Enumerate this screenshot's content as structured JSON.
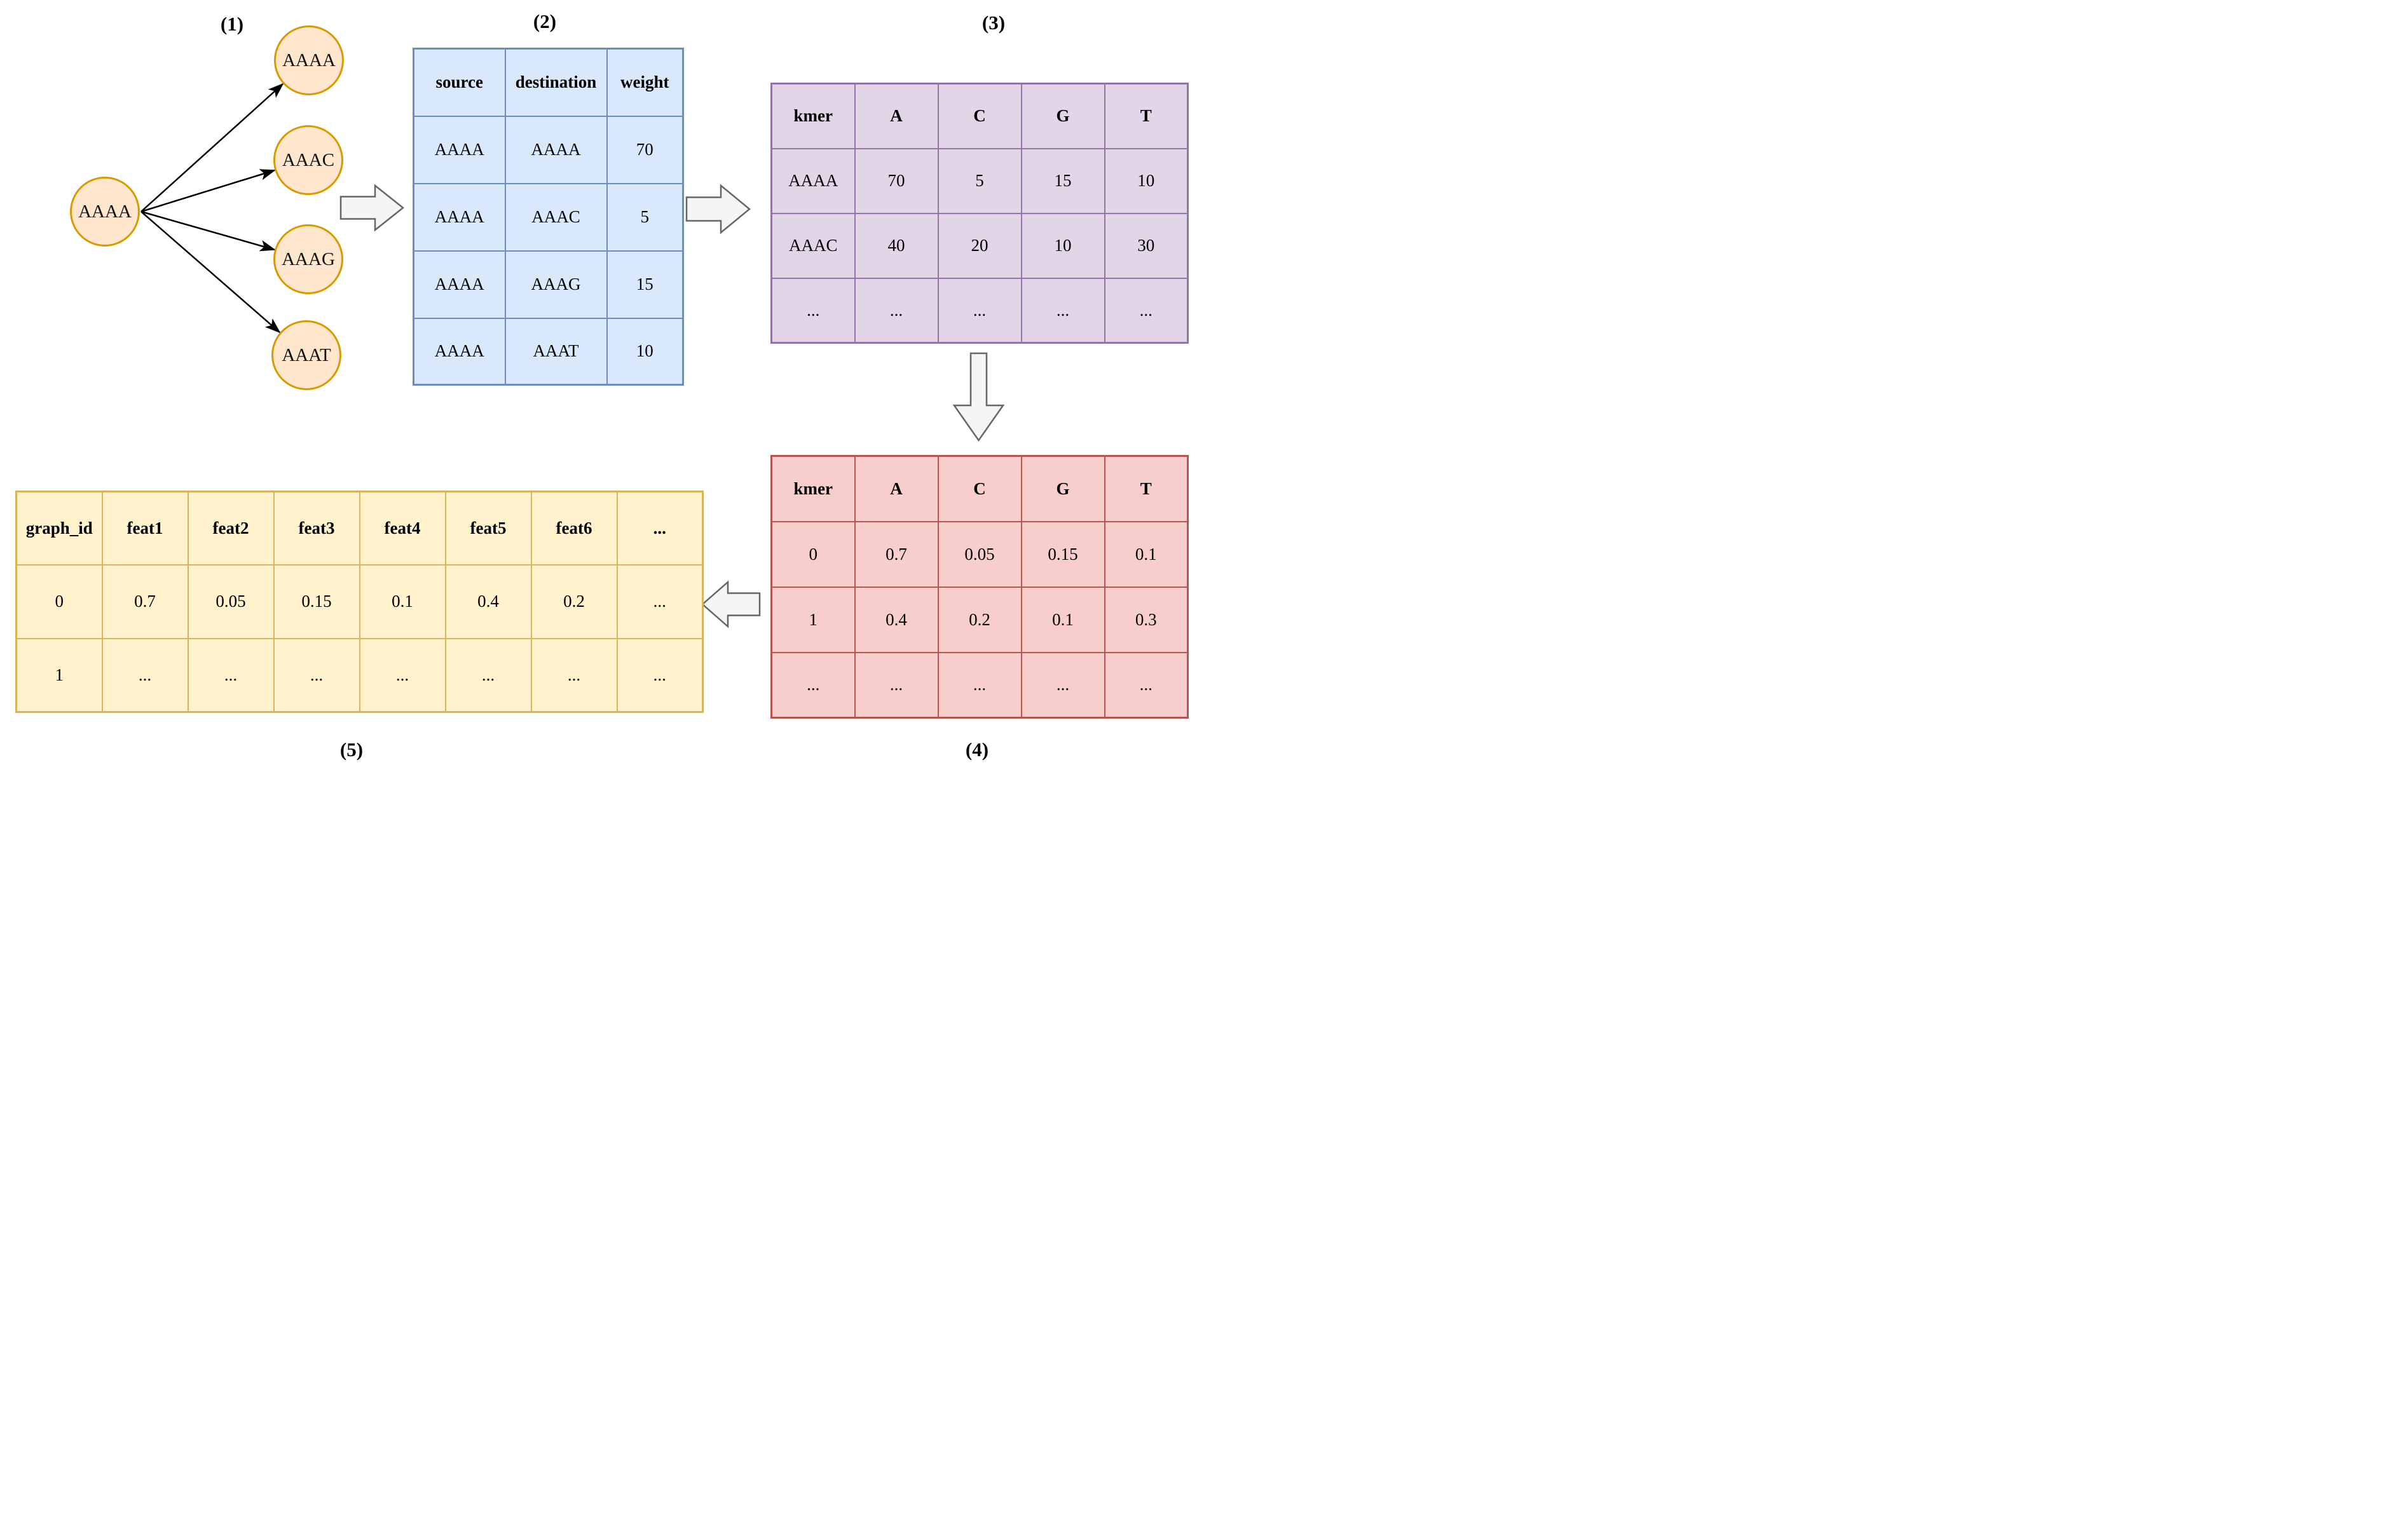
{
  "labels": {
    "step1": "(1)",
    "step2": "(2)",
    "step3": "(3)",
    "step4": "(4)",
    "step5": "(5)"
  },
  "graph": {
    "source_node": "AAAA",
    "target_nodes": [
      "AAAA",
      "AAAC",
      "AAAG",
      "AAAT"
    ]
  },
  "edge_table": {
    "headers": [
      "source",
      "destination",
      "weight"
    ],
    "rows": [
      [
        "AAAA",
        "AAAA",
        "70"
      ],
      [
        "AAAA",
        "AAAC",
        "5"
      ],
      [
        "AAAA",
        "AAAG",
        "15"
      ],
      [
        "AAAA",
        "AAAT",
        "10"
      ]
    ]
  },
  "kmer_count_table": {
    "headers": [
      "kmer",
      "A",
      "C",
      "G",
      "T"
    ],
    "rows": [
      [
        "AAAA",
        "70",
        "5",
        "15",
        "10"
      ],
      [
        "AAAC",
        "40",
        "20",
        "10",
        "30"
      ],
      [
        "...",
        "...",
        "...",
        "...",
        "..."
      ]
    ]
  },
  "kmer_freq_table": {
    "headers": [
      "kmer",
      "A",
      "C",
      "G",
      "T"
    ],
    "rows": [
      [
        "0",
        "0.7",
        "0.05",
        "0.15",
        "0.1"
      ],
      [
        "1",
        "0.4",
        "0.2",
        "0.1",
        "0.3"
      ],
      [
        "...",
        "...",
        "...",
        "...",
        "..."
      ]
    ]
  },
  "feature_table": {
    "headers": [
      "graph_id",
      "feat1",
      "feat2",
      "feat3",
      "feat4",
      "feat5",
      "feat6",
      "..."
    ],
    "rows": [
      [
        "0",
        "0.7",
        "0.05",
        "0.15",
        "0.1",
        "0.4",
        "0.2",
        "..."
      ],
      [
        "1",
        "...",
        "...",
        "...",
        "...",
        "...",
        "...",
        "..."
      ]
    ]
  },
  "colors": {
    "node_fill": "#ffe6cc",
    "node_border": "#d79b00",
    "edge_table_fill": "#dae8fc",
    "edge_table_border": "#6c8ebf",
    "kmer_count_fill": "#e1d5e7",
    "kmer_count_border": "#9673a6",
    "kmer_freq_fill": "#f8cecc",
    "kmer_freq_border": "#b85450",
    "feature_fill": "#fff2cc",
    "feature_border": "#d6b656",
    "flow_arrow_fill": "#f5f5f5",
    "flow_arrow_border": "#666666",
    "edge_line": "#000000"
  }
}
